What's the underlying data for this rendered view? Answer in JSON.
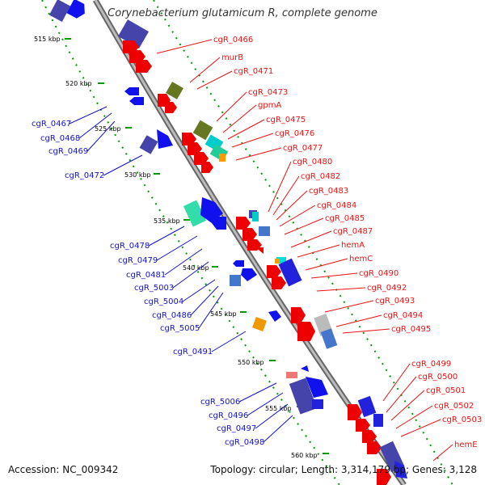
{
  "title": "Corynebacterium glutamicum R, complete genome",
  "footer": {
    "accession": "Accession: NC_009342",
    "topology": "Topology: circular; Length: 3,314,179 bp; Genes: 3,128"
  },
  "colors": {
    "forward_gene": "#ff0000",
    "reverse_gene": "#0000ff",
    "backbone": "#999999",
    "tick_marks": "#009900"
  },
  "kbp_labels": [
    "515 kbp",
    "520 kbp",
    "525 kbp",
    "530 kbp",
    "535 kbp",
    "540 kbp",
    "545 kbp",
    "550 kbp",
    "555 kbp",
    "560 kbp"
  ],
  "forward_labels": [
    "cgR_0466",
    "murB",
    "cgR_0471",
    "cgR_0473",
    "gpmA",
    "cgR_0475",
    "cgR_0476",
    "cgR_0477",
    "cgR_0480",
    "cgR_0482",
    "cgR_0483",
    "cgR_0484",
    "cgR_0485",
    "cgR_0487",
    "hemA",
    "hemC",
    "cgR_0490",
    "cgR_0492",
    "cgR_0493",
    "cgR_0494",
    "cgR_0495",
    "cgR_0499",
    "cgR_0500",
    "cgR_0501",
    "cgR_0502",
    "cgR_0503",
    "hemE"
  ],
  "reverse_labels": [
    "cgR_0467",
    "cgR_0468",
    "cgR_0469",
    "cgR_0472",
    "cgR_0478",
    "cgR_0479",
    "cgR_0481",
    "cgR_5003",
    "cgR_5004",
    "cgR_0486",
    "cgR_5005",
    "cgR_0491",
    "cgR_5006",
    "cgR_0496",
    "cgR_0497",
    "cgR_0498"
  ]
}
